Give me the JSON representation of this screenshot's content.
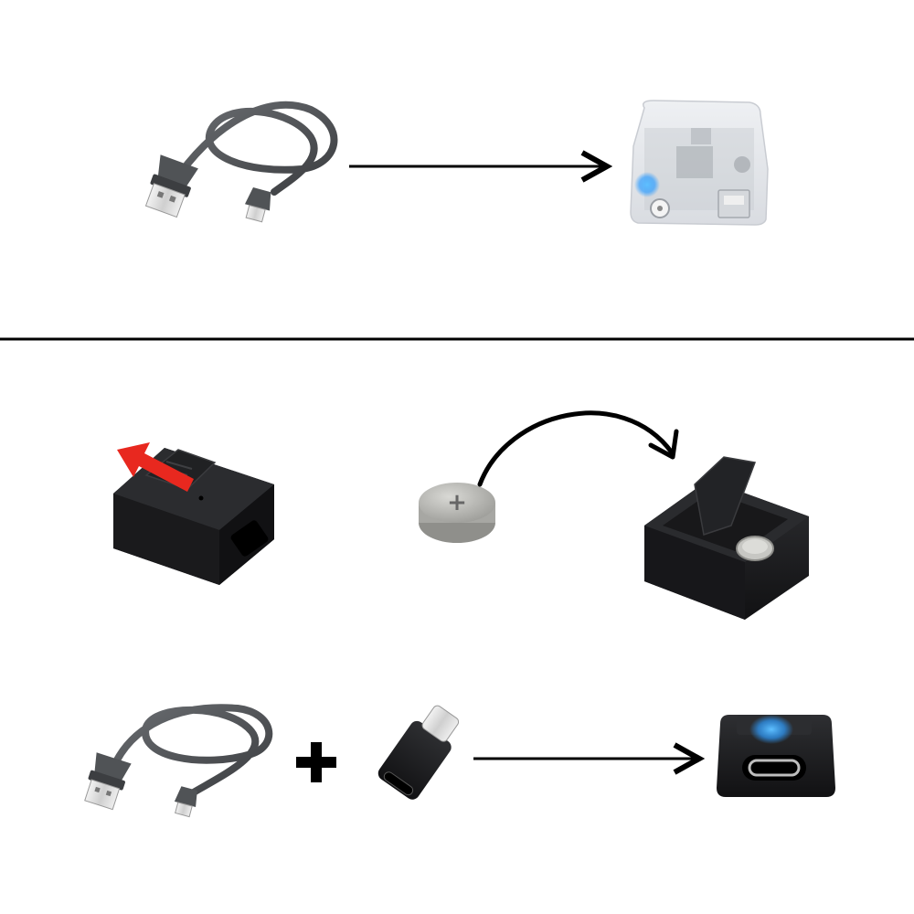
{
  "colors": {
    "background": "#ffffff",
    "line": "#000000",
    "cable": "#4a4c4f",
    "device_black": "#1c1c1e",
    "led_blue": "#2f9dff",
    "pull_arrow_red": "#e8281f",
    "battery_silver": "#b9b9b5",
    "translucent_shell": "#e6e8ec"
  },
  "icons": {
    "plus_symbol": "+",
    "battery_polarity": "+"
  },
  "panels": [
    {
      "name": "charging-step",
      "items": [
        "usb-micro-cable-icon",
        "arrow-right-icon",
        "translucent-tracker-icon"
      ]
    },
    {
      "name": "battery-step",
      "items": [
        "black-tracker-slide-lid-icon",
        "red-pull-arrow-icon",
        "coin-battery-icon",
        "curved-arrow-icon",
        "open-tracker-battery-icon"
      ]
    },
    {
      "name": "adapter-step",
      "items": [
        "usb-micro-cable-icon",
        "plus-icon",
        "usb-c-adapter-icon",
        "arrow-right-icon",
        "usb-c-tracker-icon"
      ]
    }
  ]
}
